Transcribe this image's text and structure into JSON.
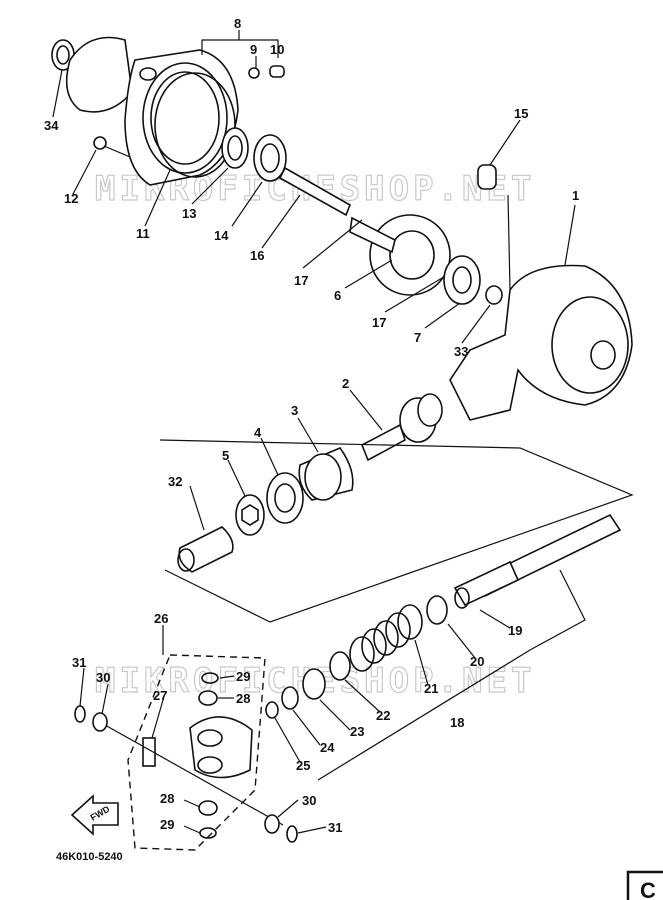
{
  "watermark": [
    "MIKROFICHESHOP.NET",
    "MIKROFICHESHOP.NET"
  ],
  "drawing_code": "46K010-5240",
  "fwd_label": "FWD",
  "corner_char": "C",
  "callouts": [
    "1",
    "2",
    "3",
    "4",
    "5",
    "6",
    "7",
    "8",
    "9",
    "10",
    "11",
    "12",
    "13",
    "14",
    "15",
    "16",
    "17",
    "17",
    "18",
    "19",
    "20",
    "21",
    "22",
    "23",
    "24",
    "25",
    "26",
    "27",
    "28",
    "28",
    "29",
    "29",
    "30",
    "30",
    "31",
    "31",
    "32",
    "33",
    "34"
  ]
}
